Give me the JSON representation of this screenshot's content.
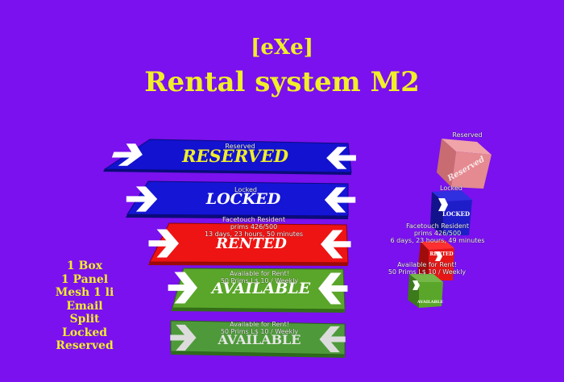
{
  "header": {
    "brand": "[eXe]",
    "title": "Rental system M2"
  },
  "panels": {
    "reserved": {
      "label": "RESERVED",
      "hover": "Reserved"
    },
    "locked": {
      "label": "LOCKED",
      "hover": "Locked"
    },
    "rented": {
      "label": "RENTED",
      "hover_lines": [
        "Facetouch Resident",
        "prims 426/500",
        "13 days, 23 hours, 50 minutes"
      ]
    },
    "available_large": {
      "label": "AVAILABLE",
      "hover_lines": [
        "Available for Rent!",
        "50 Prims L$ 10 / Weekly"
      ]
    },
    "available_small": {
      "label": "AVAILABLE",
      "hover_lines": [
        "Available for Rent!",
        "50 Prims L$ 10 / Weekly"
      ]
    }
  },
  "boxes": {
    "reserved": {
      "label": "Reserved",
      "hover": "Reserved"
    },
    "locked": {
      "label": "LOCKED",
      "hover": "Locked"
    },
    "rented": {
      "label": "RENTED",
      "hover_lines": [
        "Facetouch Resident",
        "prims 426/500",
        "6 days, 23 hours, 49 minutes"
      ]
    },
    "available": {
      "label": "AVAILABLE",
      "hover_lines": [
        "Available for Rent!",
        "50 Prims L$ 10 / Weekly"
      ]
    }
  },
  "features": [
    "1 Box",
    "1 Panel",
    "Mesh 1 li",
    "Email",
    "Split",
    "Locked",
    "Reserved"
  ],
  "colors": {
    "background": "#7a11ee",
    "title": "#f1ee2a",
    "reserved": "#1212d0",
    "locked": "#1515d6",
    "rented": "#ee1414",
    "available": "#5aa62a",
    "available_small": "#4e9a3a",
    "box_reserved": "#e58a90"
  }
}
